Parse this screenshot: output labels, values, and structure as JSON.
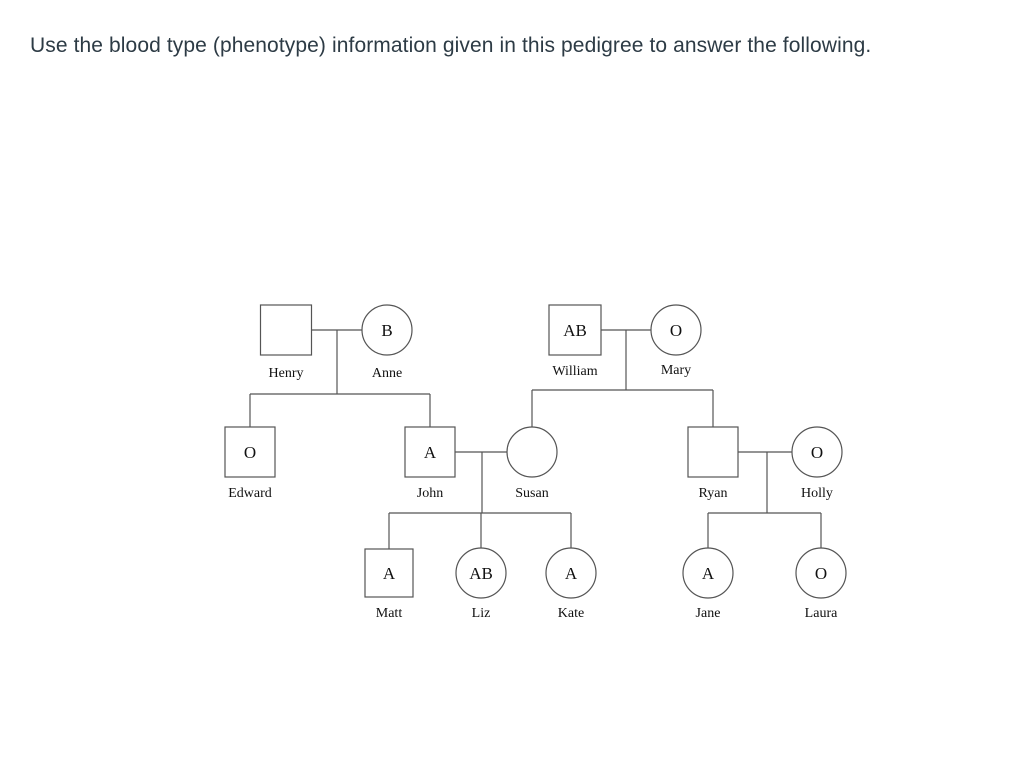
{
  "question": {
    "text": "Use the blood type (phenotype) information given in this pedigree to answer the following."
  },
  "pedigree": {
    "individuals": [
      {
        "id": "henry",
        "name": "Henry",
        "sex": "male",
        "blood_type": ""
      },
      {
        "id": "anne",
        "name": "Anne",
        "sex": "female",
        "blood_type": "B"
      },
      {
        "id": "william",
        "name": "William",
        "sex": "male",
        "blood_type": "AB"
      },
      {
        "id": "mary",
        "name": "Mary",
        "sex": "female",
        "blood_type": "O"
      },
      {
        "id": "edward",
        "name": "Edward",
        "sex": "male",
        "blood_type": "O"
      },
      {
        "id": "john",
        "name": "John",
        "sex": "male",
        "blood_type": "A"
      },
      {
        "id": "susan",
        "name": "Susan",
        "sex": "female",
        "blood_type": ""
      },
      {
        "id": "ryan",
        "name": "Ryan",
        "sex": "male",
        "blood_type": ""
      },
      {
        "id": "holly",
        "name": "Holly",
        "sex": "female",
        "blood_type": "O"
      },
      {
        "id": "matt",
        "name": "Matt",
        "sex": "male",
        "blood_type": "A"
      },
      {
        "id": "liz",
        "name": "Liz",
        "sex": "female",
        "blood_type": "AB"
      },
      {
        "id": "kate",
        "name": "Kate",
        "sex": "female",
        "blood_type": "A"
      },
      {
        "id": "jane",
        "name": "Jane",
        "sex": "female",
        "blood_type": "A"
      },
      {
        "id": "laura",
        "name": "Laura",
        "sex": "female",
        "blood_type": "O"
      }
    ],
    "couples": [
      {
        "partners": [
          "henry",
          "anne"
        ],
        "children": [
          "edward",
          "john"
        ]
      },
      {
        "partners": [
          "william",
          "mary"
        ],
        "children": [
          "susan",
          "ryan"
        ]
      },
      {
        "partners": [
          "john",
          "susan"
        ],
        "children": [
          "matt",
          "liz",
          "kate"
        ]
      },
      {
        "partners": [
          "ryan",
          "holly"
        ],
        "children": [
          "jane",
          "laura"
        ]
      }
    ]
  }
}
